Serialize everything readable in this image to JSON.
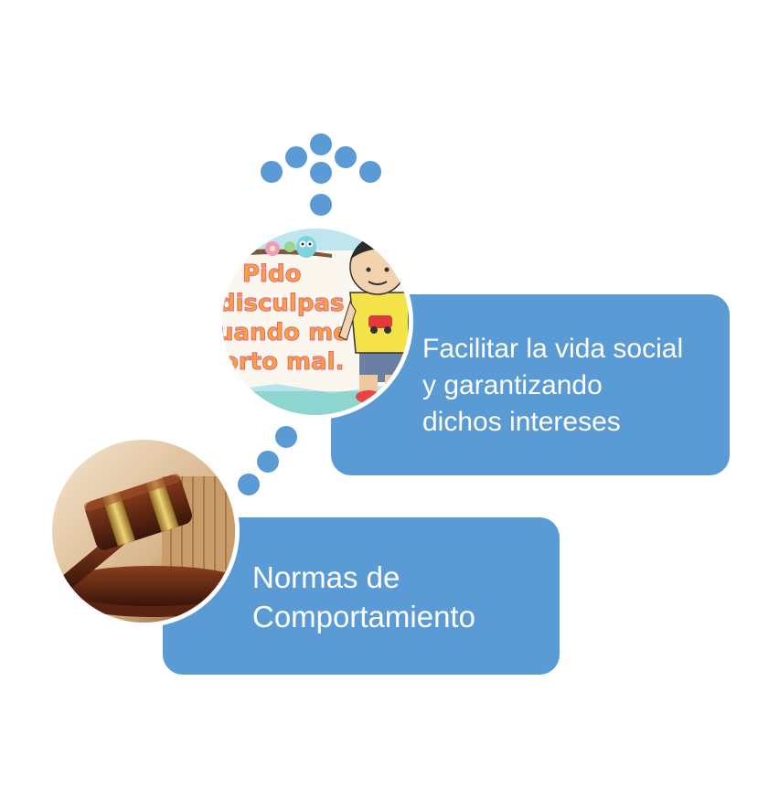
{
  "colors": {
    "accent": "#5b9bd5",
    "text": "#ffffff"
  },
  "nodes": [
    {
      "id": "facilitar",
      "lines": [
        "Facilitar la vida social",
        "y garantizando",
        "dichos intereses"
      ],
      "image_text": [
        "Pido",
        "disculpas",
        "uando me",
        "orto mal."
      ]
    },
    {
      "id": "normas",
      "lines": [
        "Normas de",
        "Comportamiento"
      ],
      "image": "gavel-icon"
    }
  ]
}
